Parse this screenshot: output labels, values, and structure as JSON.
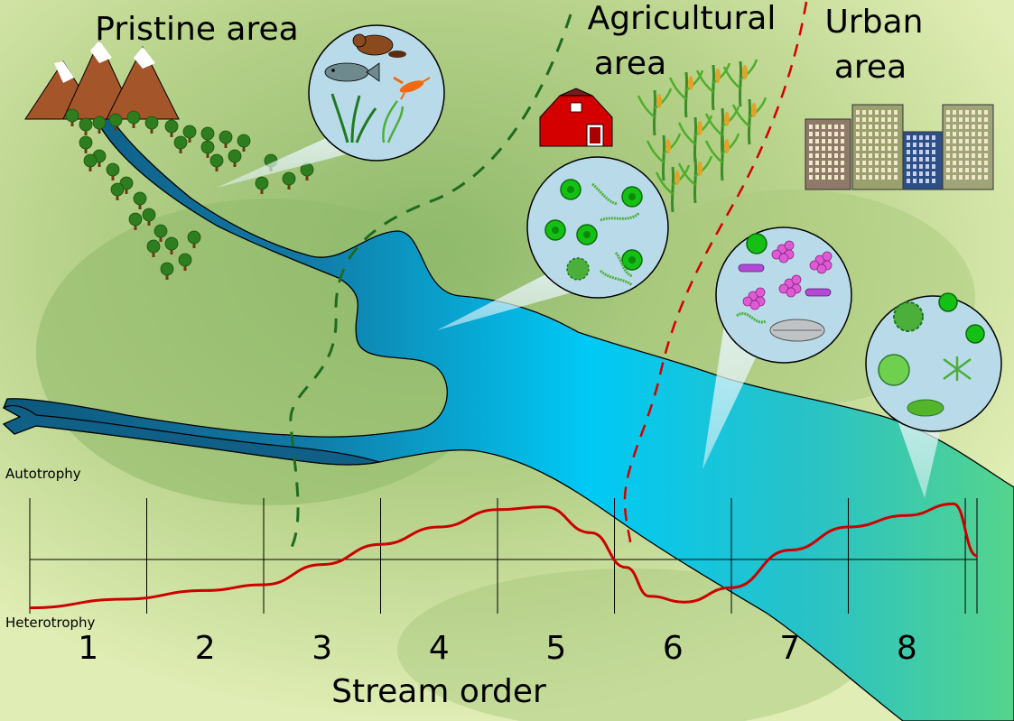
{
  "zones": {
    "pristine": {
      "line1": "Pristine area",
      "line2": ""
    },
    "agricultural": {
      "line1": "Agricultural",
      "line2": "area"
    },
    "urban": {
      "line1": "Urban",
      "line2": "area"
    }
  },
  "axis": {
    "top_label": "Autotrophy",
    "bottom_label": "Heterotrophy",
    "title": "Stream order",
    "tick_labels": [
      "1",
      "2",
      "3",
      "4",
      "5",
      "6",
      "7",
      "8"
    ]
  },
  "colors": {
    "river_dark": "#0f5f86",
    "river_light": "#00c8f4",
    "river_end": "#52d38f",
    "curve": "#cc0000",
    "agri_boundary": "#1f6b1f",
    "urban_boundary": "#d40000",
    "bubble_fill": "#b9dbe9",
    "land_dark": "#94bb6e",
    "land_light": "#dfecb2"
  },
  "icons": {
    "pristine_bubble": [
      "beaver-icon",
      "fish-icon",
      "crayfish-icon",
      "aquatic-plant-icon"
    ],
    "agri_bubble": [
      "green-algae-cell-icon",
      "filamentous-algae-icon",
      "diatom-icon"
    ],
    "urban_bubble": [
      "green-algae-cell-icon",
      "purple-colony-icon",
      "bacteria-icon",
      "mussel-icon"
    ],
    "downstream_bubble": [
      "diatom-icon",
      "green-algae-cell-icon",
      "lily-pad-icon",
      "leaf-icon"
    ],
    "landscape": [
      "mountains-icon",
      "forest-icon",
      "barn-icon",
      "corn-field-icon",
      "city-buildings-icon"
    ]
  },
  "chart_data": {
    "type": "line",
    "title": "",
    "xlabel": "Stream order",
    "ylabel": "",
    "y_extremes": [
      "Heterotrophy",
      "Autotrophy"
    ],
    "categories": [
      "1",
      "2",
      "3",
      "4",
      "5",
      "6",
      "7",
      "8"
    ],
    "xlim": [
      0.5,
      8.6
    ],
    "ylim": [
      -1,
      1
    ],
    "series": [
      {
        "values_x": [
          0.5,
          1.3,
          2.0,
          2.5,
          3.0,
          3.5,
          4.0,
          4.5,
          4.9,
          5.3,
          5.6,
          5.8,
          6.1,
          6.5,
          7.0,
          7.5,
          8.0,
          8.4,
          8.6
        ],
        "values_y": [
          -0.9,
          -0.75,
          -0.6,
          -0.5,
          -0.15,
          0.2,
          0.5,
          0.8,
          0.85,
          0.4,
          -0.2,
          -0.7,
          -0.8,
          -0.55,
          0.1,
          0.5,
          0.7,
          0.9,
          0.0
        ]
      }
    ]
  }
}
